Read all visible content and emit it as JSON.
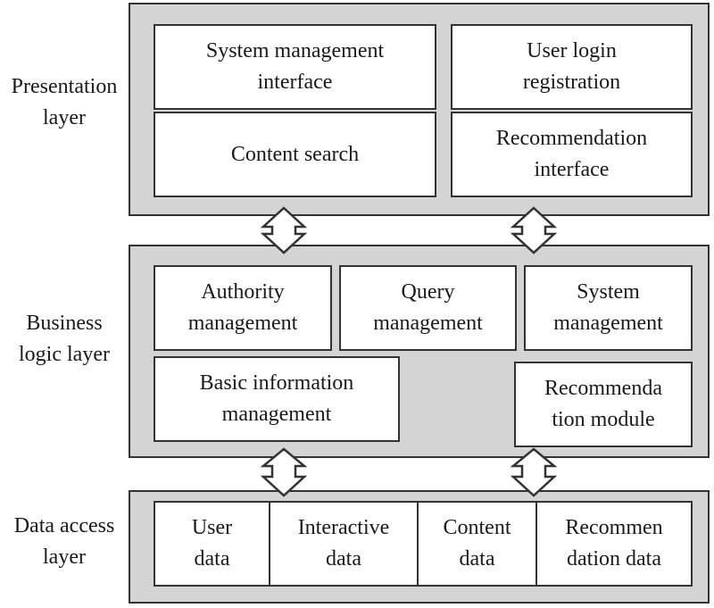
{
  "layers": {
    "presentation": {
      "label": "Presentation\nlayer",
      "boxes": {
        "system_management_interface": "System management\ninterface",
        "user_login_registration": "User login\nregistration",
        "content_search": "Content search",
        "recommendation_interface": "Recommendation\ninterface"
      }
    },
    "business": {
      "label": "Business\nlogic layer",
      "boxes": {
        "authority_management": "Authority\nmanagement",
        "query_management": "Query\nmanagement",
        "system_management": "System\nmanagement",
        "basic_information_management": "Basic information\nmanagement",
        "recommendation_module": "Recommenda\ntion module"
      }
    },
    "data_access": {
      "label": "Data access\nlayer",
      "boxes": {
        "user_data": "User\ndata",
        "interactive_data": "Interactive\ndata",
        "content_data": "Content\ndata",
        "recommendation_data": "Recommen\ndation data"
      }
    }
  },
  "colors": {
    "panel_fill": "#d4d4d4",
    "box_fill": "#ffffff",
    "stroke": "#333333"
  }
}
